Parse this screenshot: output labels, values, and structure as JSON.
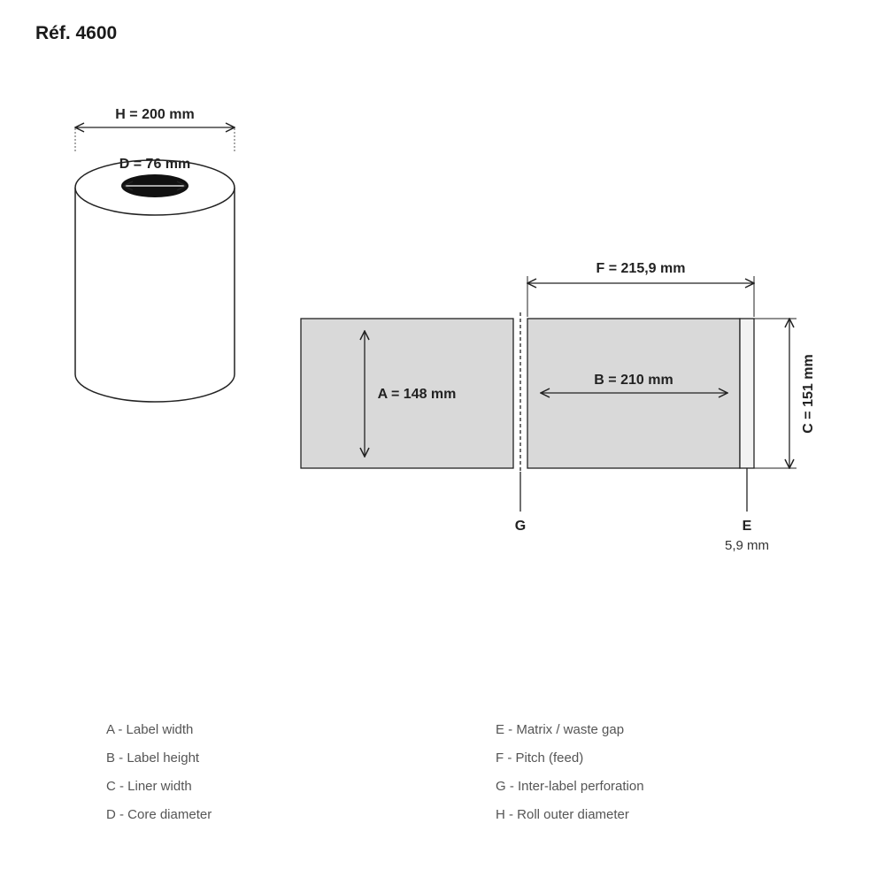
{
  "title": "Réf. 4600",
  "colors": {
    "label_fill": "#d9d9d9",
    "stroke": "#222222",
    "legend_text": "#555555"
  },
  "roll": {
    "outer_label": "H = 200 mm",
    "core_label": "D = 76 mm"
  },
  "strip": {
    "label_a": "A = 148 mm",
    "label_b": "B = 210 mm",
    "label_c": "C = 151 mm",
    "label_f": "F = 215,9 mm",
    "marker_g": "G",
    "marker_e": "E",
    "gap_value": "5,9 mm"
  },
  "legend": {
    "a": "A - Label width",
    "b": "B - Label height",
    "c": "C - Liner width",
    "d": "D - Core diameter",
    "e": "E - Matrix / waste gap",
    "f": "F - Pitch (feed)",
    "g": "G - Inter-label perforation",
    "h": "H - Roll outer diameter"
  }
}
